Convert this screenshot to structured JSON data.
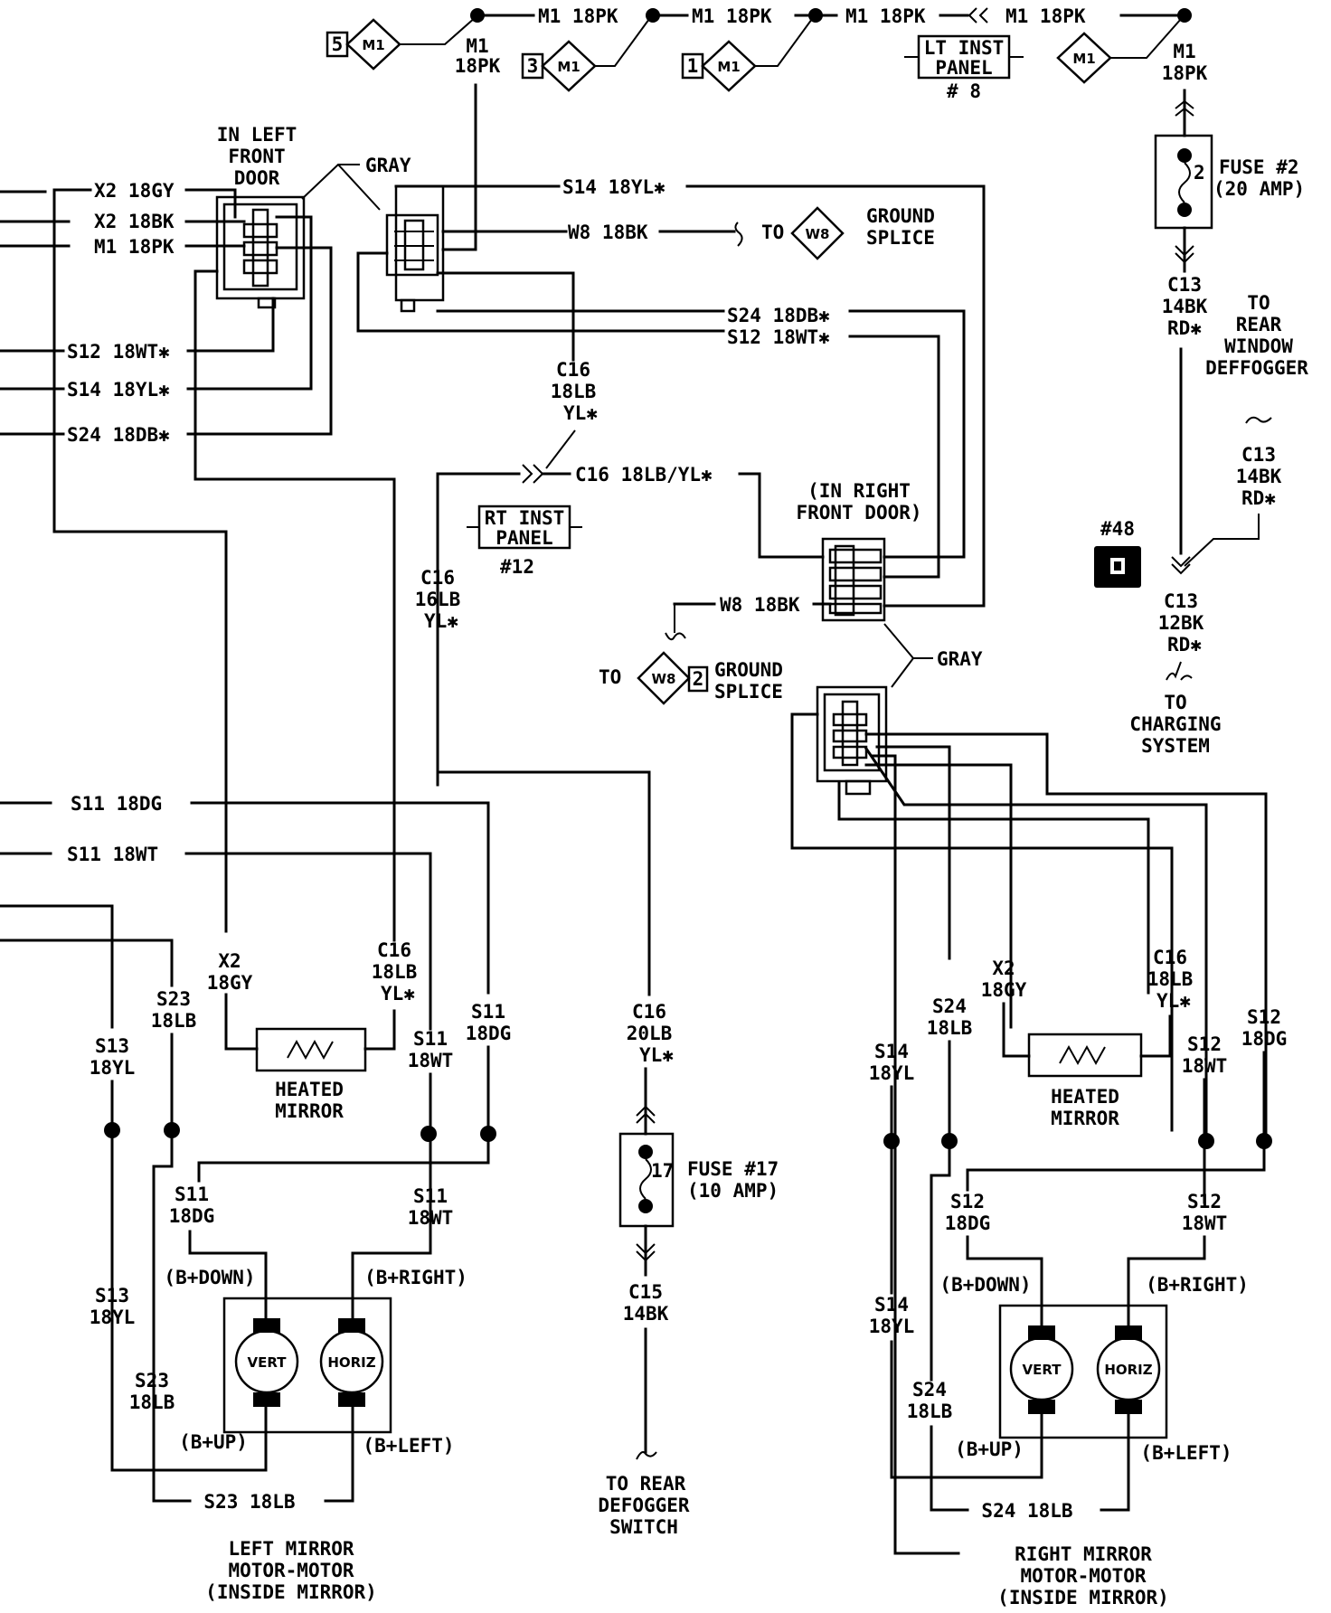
{
  "top_bus": {
    "m1_18pk": "M1 18PK",
    "m1": "M1",
    "pk18": "18PK",
    "ref5": "5",
    "ref3": "3",
    "ref1": "1",
    "lt_inst_panel_1": "LT INST",
    "lt_inst_panel_2": "PANEL",
    "lt_inst_panel_num": "# 8"
  },
  "fuse2": {
    "num": "2",
    "label1": "FUSE #2",
    "label2": "(20 AMP)",
    "c13_14bk_rd_1": "C13",
    "c13_14bk_rd_2": "14BK",
    "c13_14bk_rd_3": "RD✱",
    "to_rear_1": "TO",
    "to_rear_2": "REAR",
    "to_rear_3": "WINDOW",
    "to_rear_4": "DEFFOGGER",
    "c13b_1": "C13",
    "c13b_2": "14BK",
    "c13b_3": "RD✱",
    "ref48": "#48",
    "c13c_1": "C13",
    "c13c_2": "12BK",
    "c13c_3": "RD✱",
    "to_charging_1": "TO",
    "to_charging_2": "CHARGING",
    "to_charging_3": "SYSTEM"
  },
  "left_door": {
    "title1": "IN LEFT",
    "title2": "FRONT",
    "title3": "DOOR",
    "gray": "GRAY",
    "x2_18gy": "X2 18GY",
    "x2_18bk": "X2 18BK",
    "m1_18pk": "M1 18PK",
    "s12_18wt": "S12 18WT✱",
    "s14_18yl": "S14 18YL✱",
    "s24_18db": "S24 18DB✱"
  },
  "center": {
    "s14_18yl": "S14 18YL✱",
    "w8_18bk": "W8 18BK",
    "to": "TO",
    "w8": "W8",
    "ground_1": "GROUND",
    "ground_2": "SPLICE",
    "s24_18db": "S24 18DB✱",
    "s12_18wt": "S12 18WT✱",
    "c16a_1": "C16",
    "c16a_2": "18LB",
    "c16a_3": "YL✱",
    "c16_18lb_yl": "C16 18LB/YL✱",
    "rt_inst_1": "RT INST",
    "rt_inst_2": "PANEL",
    "rt_inst_num": "#12",
    "c16b_1": "C16",
    "c16b_2": "16LB",
    "c16b_3": "YL✱",
    "right_door_1": "(IN RIGHT",
    "right_door_2": "FRONT DOOR)",
    "w8_18bk_b": "W8 18BK",
    "to_b": "TO",
    "w8_b": "W8",
    "w8_b_num": "2",
    "ground_b_1": "GROUND",
    "ground_b_2": "SPLICE",
    "gray_b": "GRAY"
  },
  "left_mirror": {
    "s11_18dg": "S11 18DG",
    "s11_18wt": "S11 18WT",
    "x2_1": "X2",
    "x2_2": "18GY",
    "c16_1": "C16",
    "c16_2": "18LB",
    "c16_3": "YL✱",
    "s23_1": "S23",
    "s23_2": "18LB",
    "s13_1": "S13",
    "s13_2": "18YL",
    "s11wt_1": "S11",
    "s11wt_2": "18WT",
    "s11dg_1": "S11",
    "s11dg_2": "18DG",
    "heated_1": "HEATED",
    "heated_2": "MIRROR",
    "s11dg_b_1": "S11",
    "s11dg_b_2": "18DG",
    "s11wt_b_1": "S11",
    "s11wt_b_2": "18WT",
    "b_down": "(B+DOWN)",
    "b_right": "(B+RIGHT)",
    "s13b_1": "S13",
    "s13b_2": "18YL",
    "s23b_1": "S23",
    "s23b_2": "18LB",
    "vert": "VERT",
    "horiz": "HORIZ",
    "b_up": "(B+UP)",
    "b_left": "(B+LEFT)",
    "s23_18lb": "S23 18LB",
    "title1": "LEFT MIRROR",
    "title2": "MOTOR-MOTOR",
    "title3": "(INSIDE MIRROR)"
  },
  "defogger": {
    "c16_1": "C16",
    "c16_2": "20LB",
    "c16_3": "YL✱",
    "fuse_num": "17",
    "fuse_1": "FUSE #17",
    "fuse_2": "(10 AMP)",
    "c15_1": "C15",
    "c15_2": "14BK",
    "to_1": "TO REAR",
    "to_2": "DEFOGGER",
    "to_3": "SWITCH"
  },
  "right_mirror": {
    "x2_1": "X2",
    "x2_2": "18GY",
    "c16_1": "C16",
    "c16_2": "18LB",
    "c16_3": "YL✱",
    "s24_1": "S24",
    "s24_2": "18LB",
    "s14_1": "S14",
    "s14_2": "18YL",
    "s12wt_1": "S12",
    "s12wt_2": "18WT",
    "s12dg_1": "S12",
    "s12dg_2": "18DG",
    "heated_1": "HEATED",
    "heated_2": "MIRROR",
    "s12dg_b_1": "S12",
    "s12dg_b_2": "18DG",
    "s12wt_b_1": "S12",
    "s12wt_b_2": "18WT",
    "b_down": "(B+DOWN)",
    "b_right": "(B+RIGHT)",
    "s14b_1": "S14",
    "s14b_2": "18YL",
    "s24b_1": "S24",
    "s24b_2": "18LB",
    "vert": "VERT",
    "horiz": "HORIZ",
    "b_up": "(B+UP)",
    "b_left": "(B+LEFT)",
    "s24_18lb": "S24 18LB",
    "title1": "RIGHT MIRROR",
    "title2": "MOTOR-MOTOR",
    "title3": "(INSIDE MIRROR)"
  }
}
